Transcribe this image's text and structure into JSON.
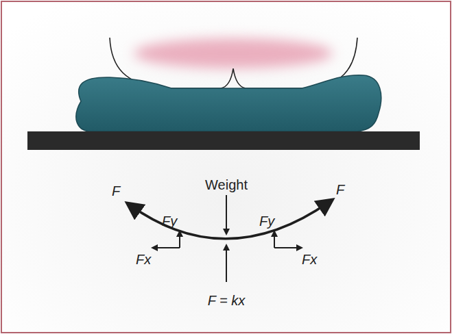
{
  "diagram": {
    "labels": [
      "F",
      "Fy",
      "Weight",
      "Fy",
      "F",
      "Fx",
      "Fx",
      "F = kx"
    ]
  }
}
